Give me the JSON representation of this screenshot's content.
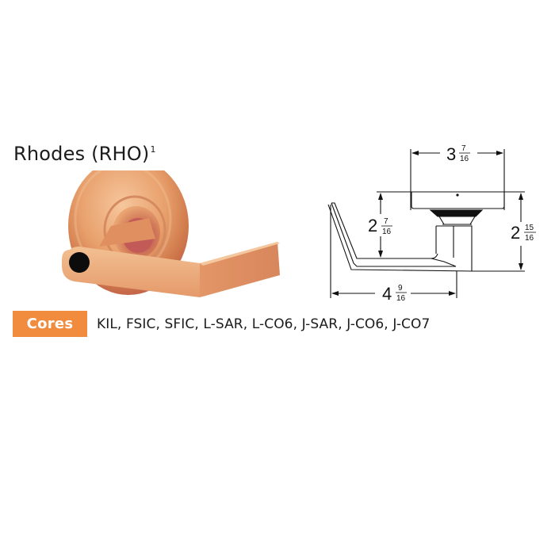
{
  "product": {
    "name": "Rhodes (RHO)",
    "footnote": "1",
    "finish_color": "#e9a472",
    "keyhole_color": "#0c0c0c"
  },
  "dimensions": {
    "rose_diameter": {
      "whole": "3",
      "num": "7",
      "den": "16"
    },
    "lever_height": {
      "whole": "2",
      "num": "7",
      "den": "16"
    },
    "total_projection": {
      "whole": "2",
      "num": "15",
      "den": "16"
    },
    "lever_length": {
      "whole": "4",
      "num": "9",
      "den": "16"
    }
  },
  "cores": {
    "label": "Cores",
    "list": "KIL, FSIC, SFIC, L-SAR, L-CO6, J-SAR, J-CO6, J-CO7",
    "badge_color": "#f18b3d"
  }
}
